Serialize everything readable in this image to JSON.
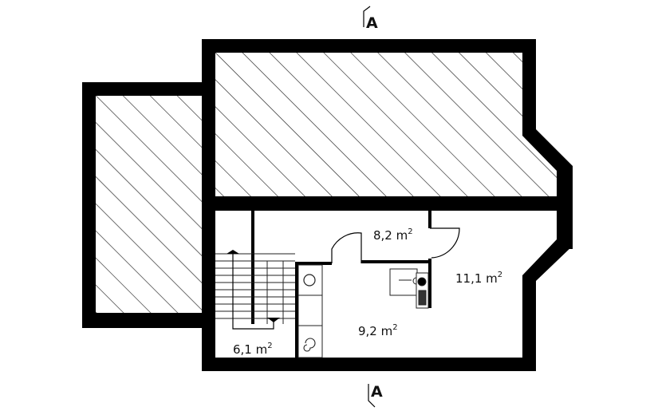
{
  "section_marker": {
    "top": "A",
    "bottom": "A"
  },
  "rooms": [
    {
      "id": "room-top-center",
      "area": "8,2 m",
      "exp": "2"
    },
    {
      "id": "room-right",
      "area": "11,1 m",
      "exp": "2"
    },
    {
      "id": "room-center",
      "area": "9,2 m",
      "exp": "2"
    },
    {
      "id": "room-stairwell",
      "area": "6,1 m",
      "exp": "2"
    }
  ],
  "colors": {
    "wall": "#000000",
    "hatch": "#222222",
    "background": "#ffffff"
  }
}
